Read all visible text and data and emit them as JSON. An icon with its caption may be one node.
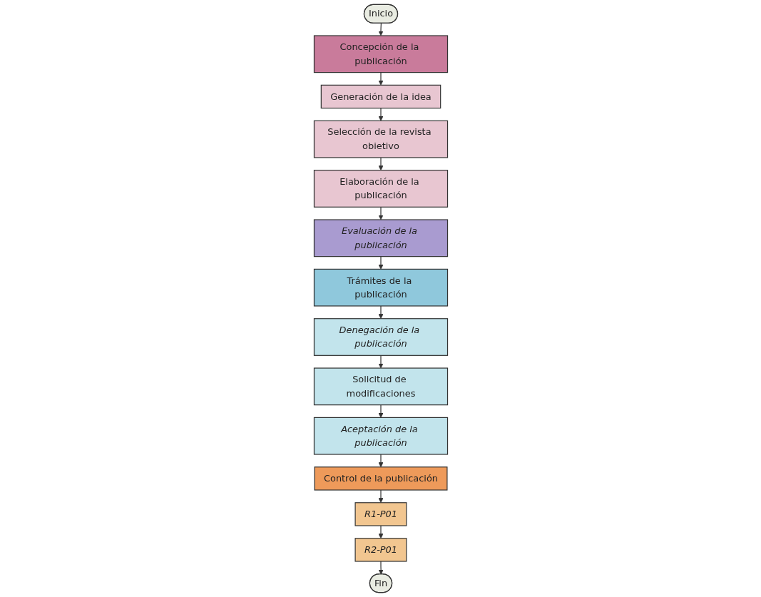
{
  "diagram": {
    "nodes": [
      {
        "text": [
          "Inicio"
        ]
      },
      {
        "text": [
          "Concepción de la publicación"
        ]
      },
      {
        "text": [
          "Generación de la idea"
        ]
      },
      {
        "text": [
          "Selección de la revista obietivo"
        ]
      },
      {
        "text": [
          "Elaboración de la publicación"
        ]
      },
      {
        "text": [
          "Evaluación de la publicación"
        ]
      },
      {
        "text": [
          "Trámites de la publicación"
        ]
      },
      {
        "text": [
          "Denegación de la publicación"
        ]
      },
      {
        "text": [
          "Solicitud de modificaciones"
        ]
      },
      {
        "text": [
          "Aceptación de la publicación"
        ]
      },
      {
        "text": [
          "Control de la publicación"
        ]
      },
      {
        "text": [
          "R1-P01"
        ]
      },
      {
        "text": [
          "R2-P01"
        ]
      },
      {
        "text": [
          "Fin"
        ]
      }
    ],
    "edges": [
      {
        "from": 0,
        "to": 1,
        "arrow": "to"
      },
      {
        "from": 1,
        "to": 2,
        "arrow": "to"
      },
      {
        "from": 2,
        "to": 3,
        "arrow": "to"
      },
      {
        "from": 3,
        "to": 4,
        "arrow": "to"
      },
      {
        "from": 4,
        "to": 5,
        "arrow": "to"
      },
      {
        "from": 5,
        "to": 6,
        "arrow": "to"
      },
      {
        "from": 6,
        "to": 7,
        "arrow": "to"
      },
      {
        "from": 7,
        "to": 8,
        "arrow": "to"
      },
      {
        "from": 8,
        "to": 9,
        "arrow": "to"
      },
      {
        "from": 9,
        "to": 10,
        "arrow": "to"
      },
      {
        "from": 10,
        "to": 11,
        "arrow": "to"
      },
      {
        "from": 11,
        "to": 12,
        "arrow": "to"
      },
      {
        "from": 12,
        "to": 13,
        "arrow": "to"
      }
    ]
  }
}
